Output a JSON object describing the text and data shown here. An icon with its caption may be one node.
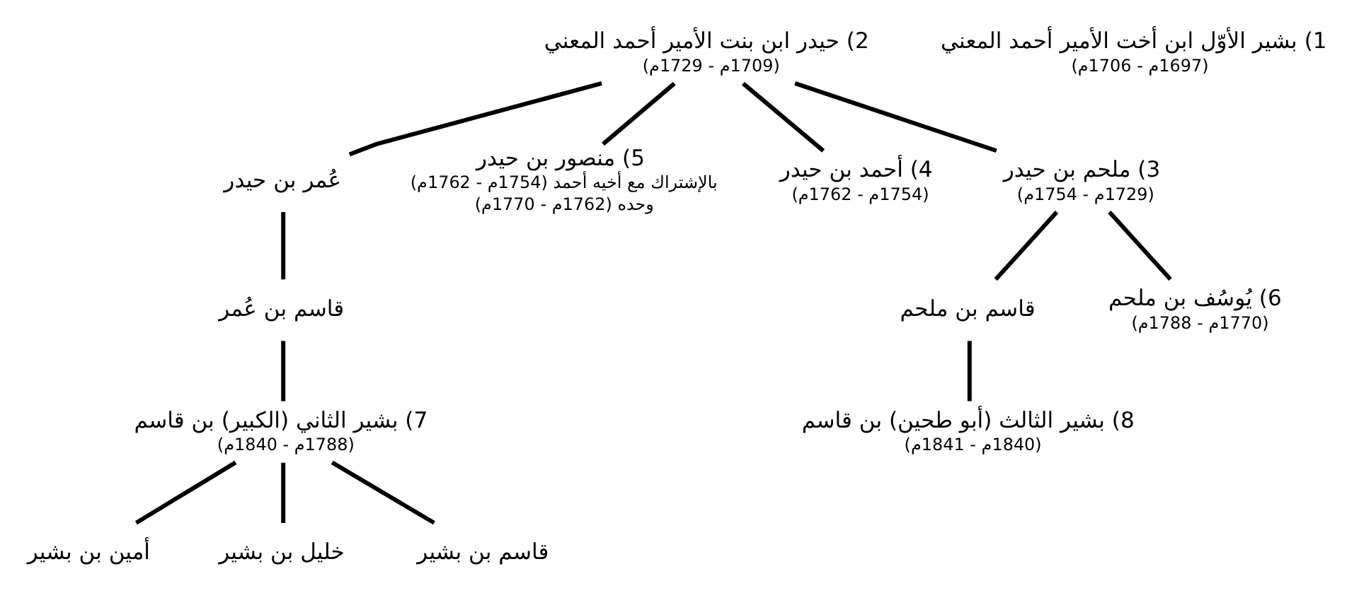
{
  "diagram": {
    "nodes": [
      {
        "text": [
          "1) بشير الأوّل ابن أخت الأمير أحمد المعني",
          "(1697م - 1706م)"
        ]
      },
      {
        "text": [
          "2) حيدر ابن بنت الأمير أحمد المعني",
          "(1709م - 1729م)"
        ]
      },
      {
        "text": [
          "3) ملحم بن حيدر",
          "(1729م - 1754م)"
        ]
      },
      {
        "text": [
          "4) أحمد بن حيدر",
          "(1754م - 1762م)"
        ]
      },
      {
        "text": [
          "5) منصور بن حيدر",
          "بالإشتراك مع أخيه أحمد (1754م - 1762م)",
          "وحده (1762م - 1770م)"
        ]
      },
      {
        "text": [
          "عُمر بن حيدر"
        ]
      },
      {
        "text": [
          "6) يُوسُف بن ملحم",
          "(1770م - 1788م)"
        ]
      },
      {
        "text": [
          "قاسم بن ملحم"
        ]
      },
      {
        "text": [
          "قاسم بن عُمر"
        ]
      },
      {
        "text": [
          "7) بشير الثاني (الكبير) بن قاسم",
          "(1788م - 1840م)"
        ]
      },
      {
        "text": [
          "8) بشير الثالث (أبو طحين) بن قاسم",
          "(1840م - 1841م)"
        ]
      },
      {
        "text": [
          "قاسم بن بشير"
        ]
      },
      {
        "text": [
          "خليل بن بشير"
        ]
      },
      {
        "text": [
          "أمين بن بشير"
        ]
      }
    ],
    "edges": [
      {
        "from": 1,
        "to": 2,
        "arrow": "none"
      },
      {
        "from": 1,
        "to": 3,
        "arrow": "none"
      },
      {
        "from": 1,
        "to": 4,
        "arrow": "none"
      },
      {
        "from": 1,
        "to": 5,
        "arrow": "none"
      },
      {
        "from": 2,
        "to": 6,
        "arrow": "none"
      },
      {
        "from": 2,
        "to": 7,
        "arrow": "none"
      },
      {
        "from": 5,
        "to": 8,
        "arrow": "none"
      },
      {
        "from": 7,
        "to": 10,
        "arrow": "none"
      },
      {
        "from": 8,
        "to": 9,
        "arrow": "none"
      },
      {
        "from": 9,
        "to": 11,
        "arrow": "none"
      },
      {
        "from": 9,
        "to": 12,
        "arrow": "none"
      },
      {
        "from": 9,
        "to": 13,
        "arrow": "none"
      }
    ]
  }
}
